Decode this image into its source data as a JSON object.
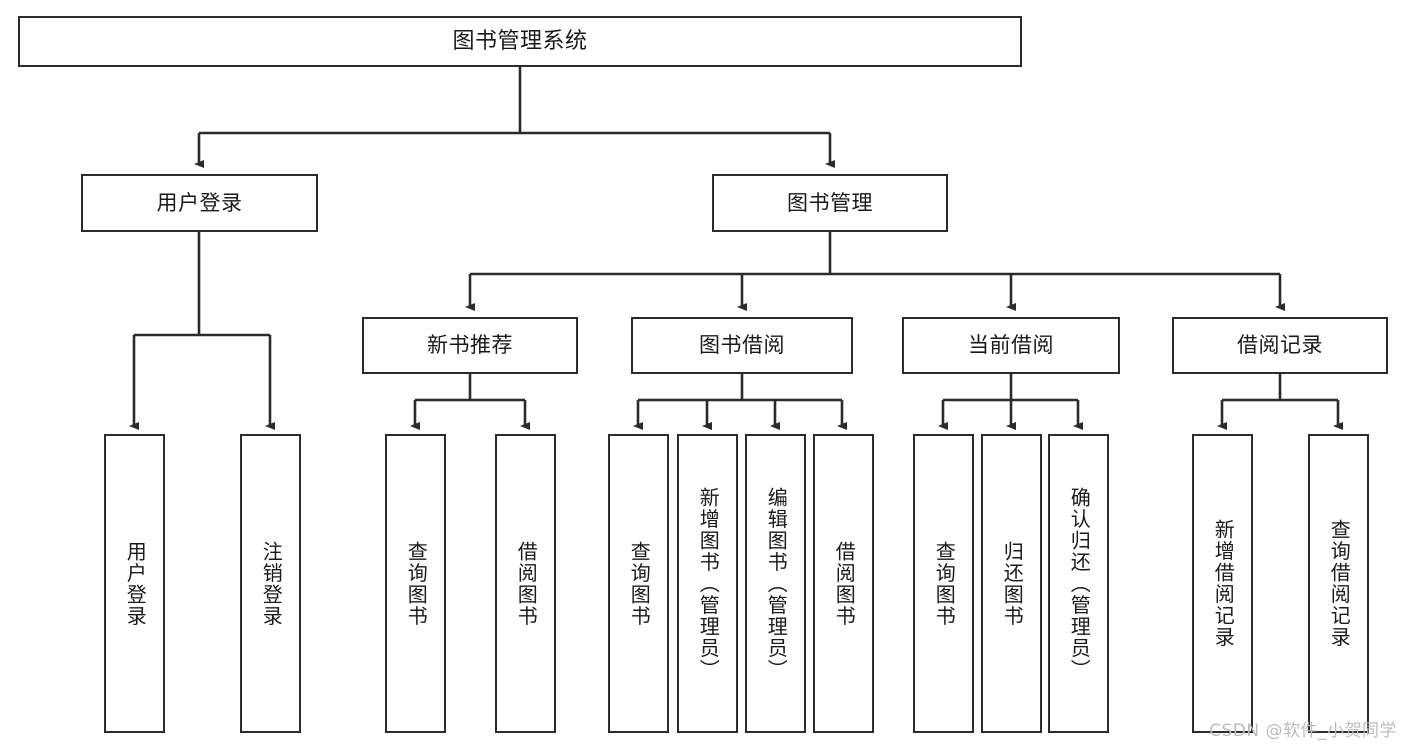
{
  "diagram": {
    "title": "图书管理系统",
    "type": "tree-hierarchy-diagram",
    "colors": {
      "box_border": "#2b2b2b",
      "box_fill": "#ffffff",
      "edge": "#2b2b2b",
      "text": "#1a1a1a",
      "background": "#ffffff",
      "watermark": "#bcbcbc"
    },
    "root": {
      "label": "图书管理系统"
    },
    "level2": [
      {
        "label": "用户登录"
      },
      {
        "label": "图书管理"
      }
    ],
    "level3": [
      {
        "label": "新书推荐"
      },
      {
        "label": "图书借阅"
      },
      {
        "label": "当前借阅"
      },
      {
        "label": "借阅记录"
      }
    ],
    "leaves": {
      "user_login": [
        {
          "label": "用户登录"
        },
        {
          "label": "注销登录"
        }
      ],
      "new_book_recommend": [
        {
          "label": "查询图书"
        },
        {
          "label": "借阅图书"
        }
      ],
      "book_borrow": [
        {
          "label": "查询图书"
        },
        {
          "label": "新增图书（管理员）"
        },
        {
          "label": "编辑图书（管理员）"
        },
        {
          "label": "借阅图书"
        }
      ],
      "current_borrow": [
        {
          "label": "查询图书"
        },
        {
          "label": "归还图书"
        },
        {
          "label": "确认归还（管理员）"
        }
      ],
      "borrow_record": [
        {
          "label": "新增借阅记录"
        },
        {
          "label": "查询借阅记录"
        }
      ]
    }
  },
  "watermark": {
    "text": "CSDN @软件_小贺同学"
  }
}
